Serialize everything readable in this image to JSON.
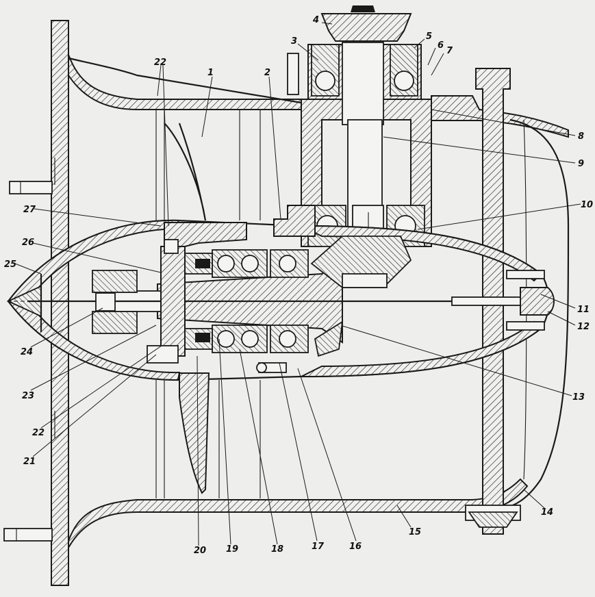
{
  "figure": {
    "part_labels": [
      "1",
      "2",
      "3",
      "4",
      "5",
      "6",
      "7",
      "8",
      "9",
      "10",
      "11",
      "12",
      "13",
      "14",
      "15",
      "16",
      "17",
      "18",
      "19",
      "20",
      "21",
      "22",
      "23",
      "24",
      "25",
      "26",
      "27"
    ]
  }
}
